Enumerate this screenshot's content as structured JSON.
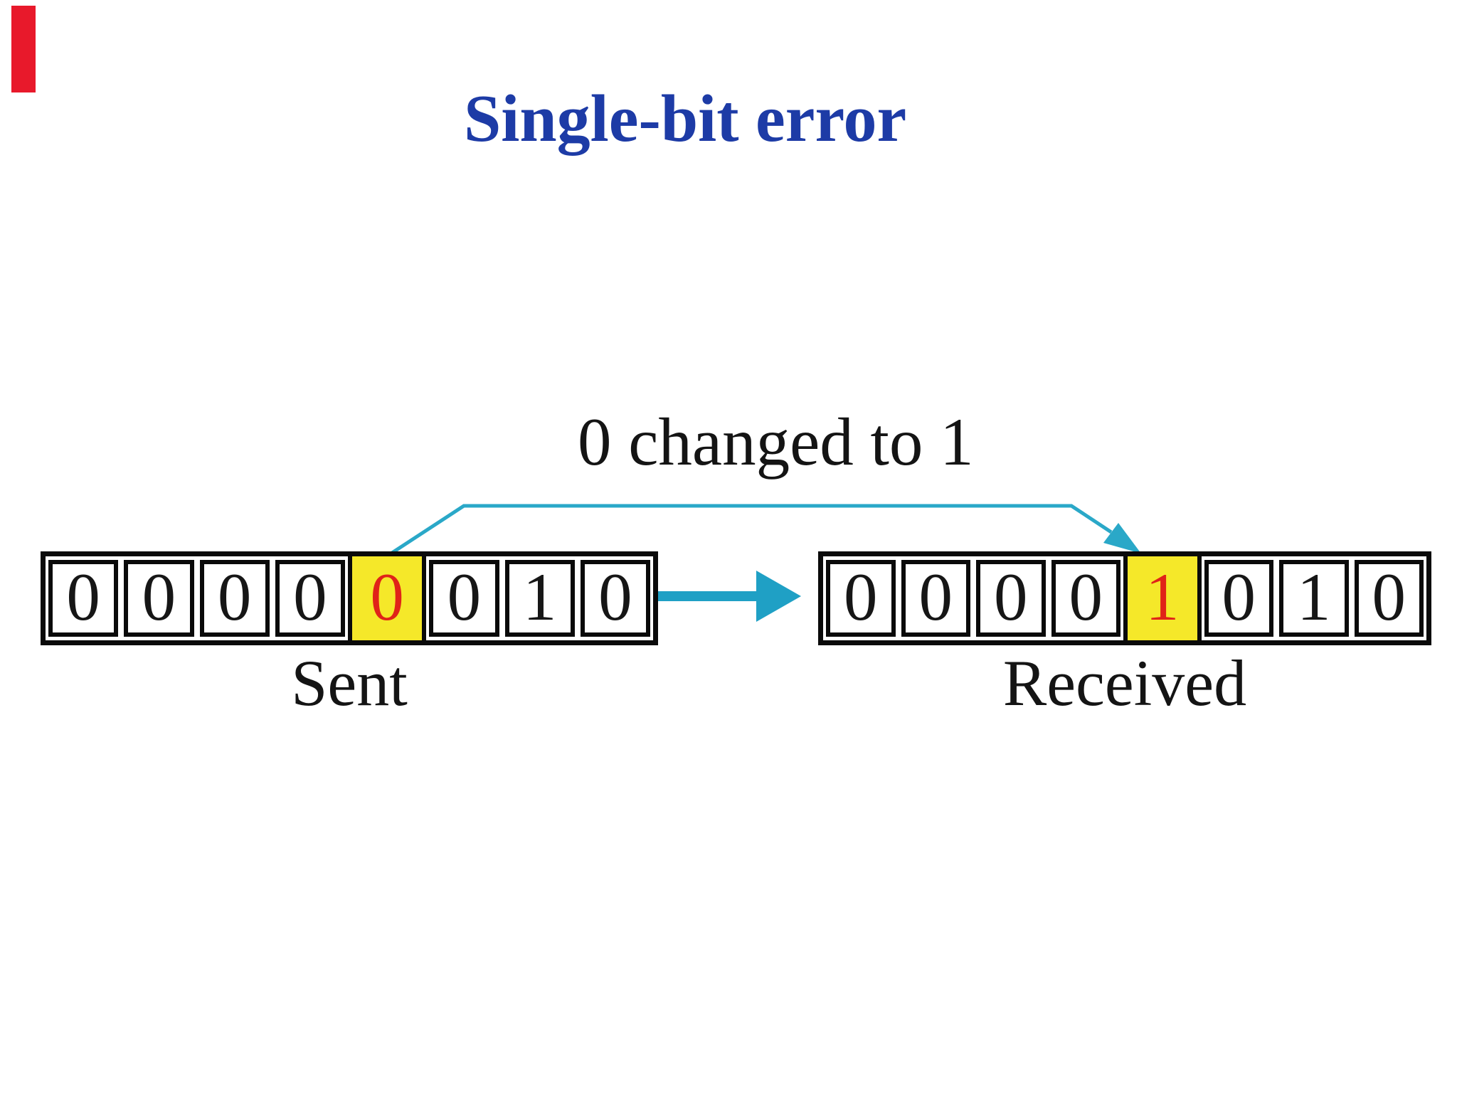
{
  "page": {
    "background": "#ffffff"
  },
  "decor": {
    "red_bar_color": "#e8192b"
  },
  "title": {
    "text": "Single-bit error",
    "color": "#1d3ba6"
  },
  "annotation": {
    "text": "0 changed to 1"
  },
  "diagram": {
    "sent": {
      "label": "Sent",
      "bits": [
        "0",
        "0",
        "0",
        "0",
        "0",
        "0",
        "1",
        "0"
      ],
      "highlight_index": 4,
      "highlight_bit": "0"
    },
    "received": {
      "label": "Received",
      "bits": [
        "0",
        "0",
        "0",
        "0",
        "1",
        "0",
        "1",
        "0"
      ],
      "highlight_index": 4,
      "highlight_bit": "1"
    },
    "colors": {
      "highlight_bg": "#f5e829",
      "highlight_digit": "#e02318",
      "digit": "#161616",
      "box_border": "#0a0a0a",
      "connector": "#2aa8c8",
      "transmission_arrow": "#1fa0c5"
    }
  }
}
